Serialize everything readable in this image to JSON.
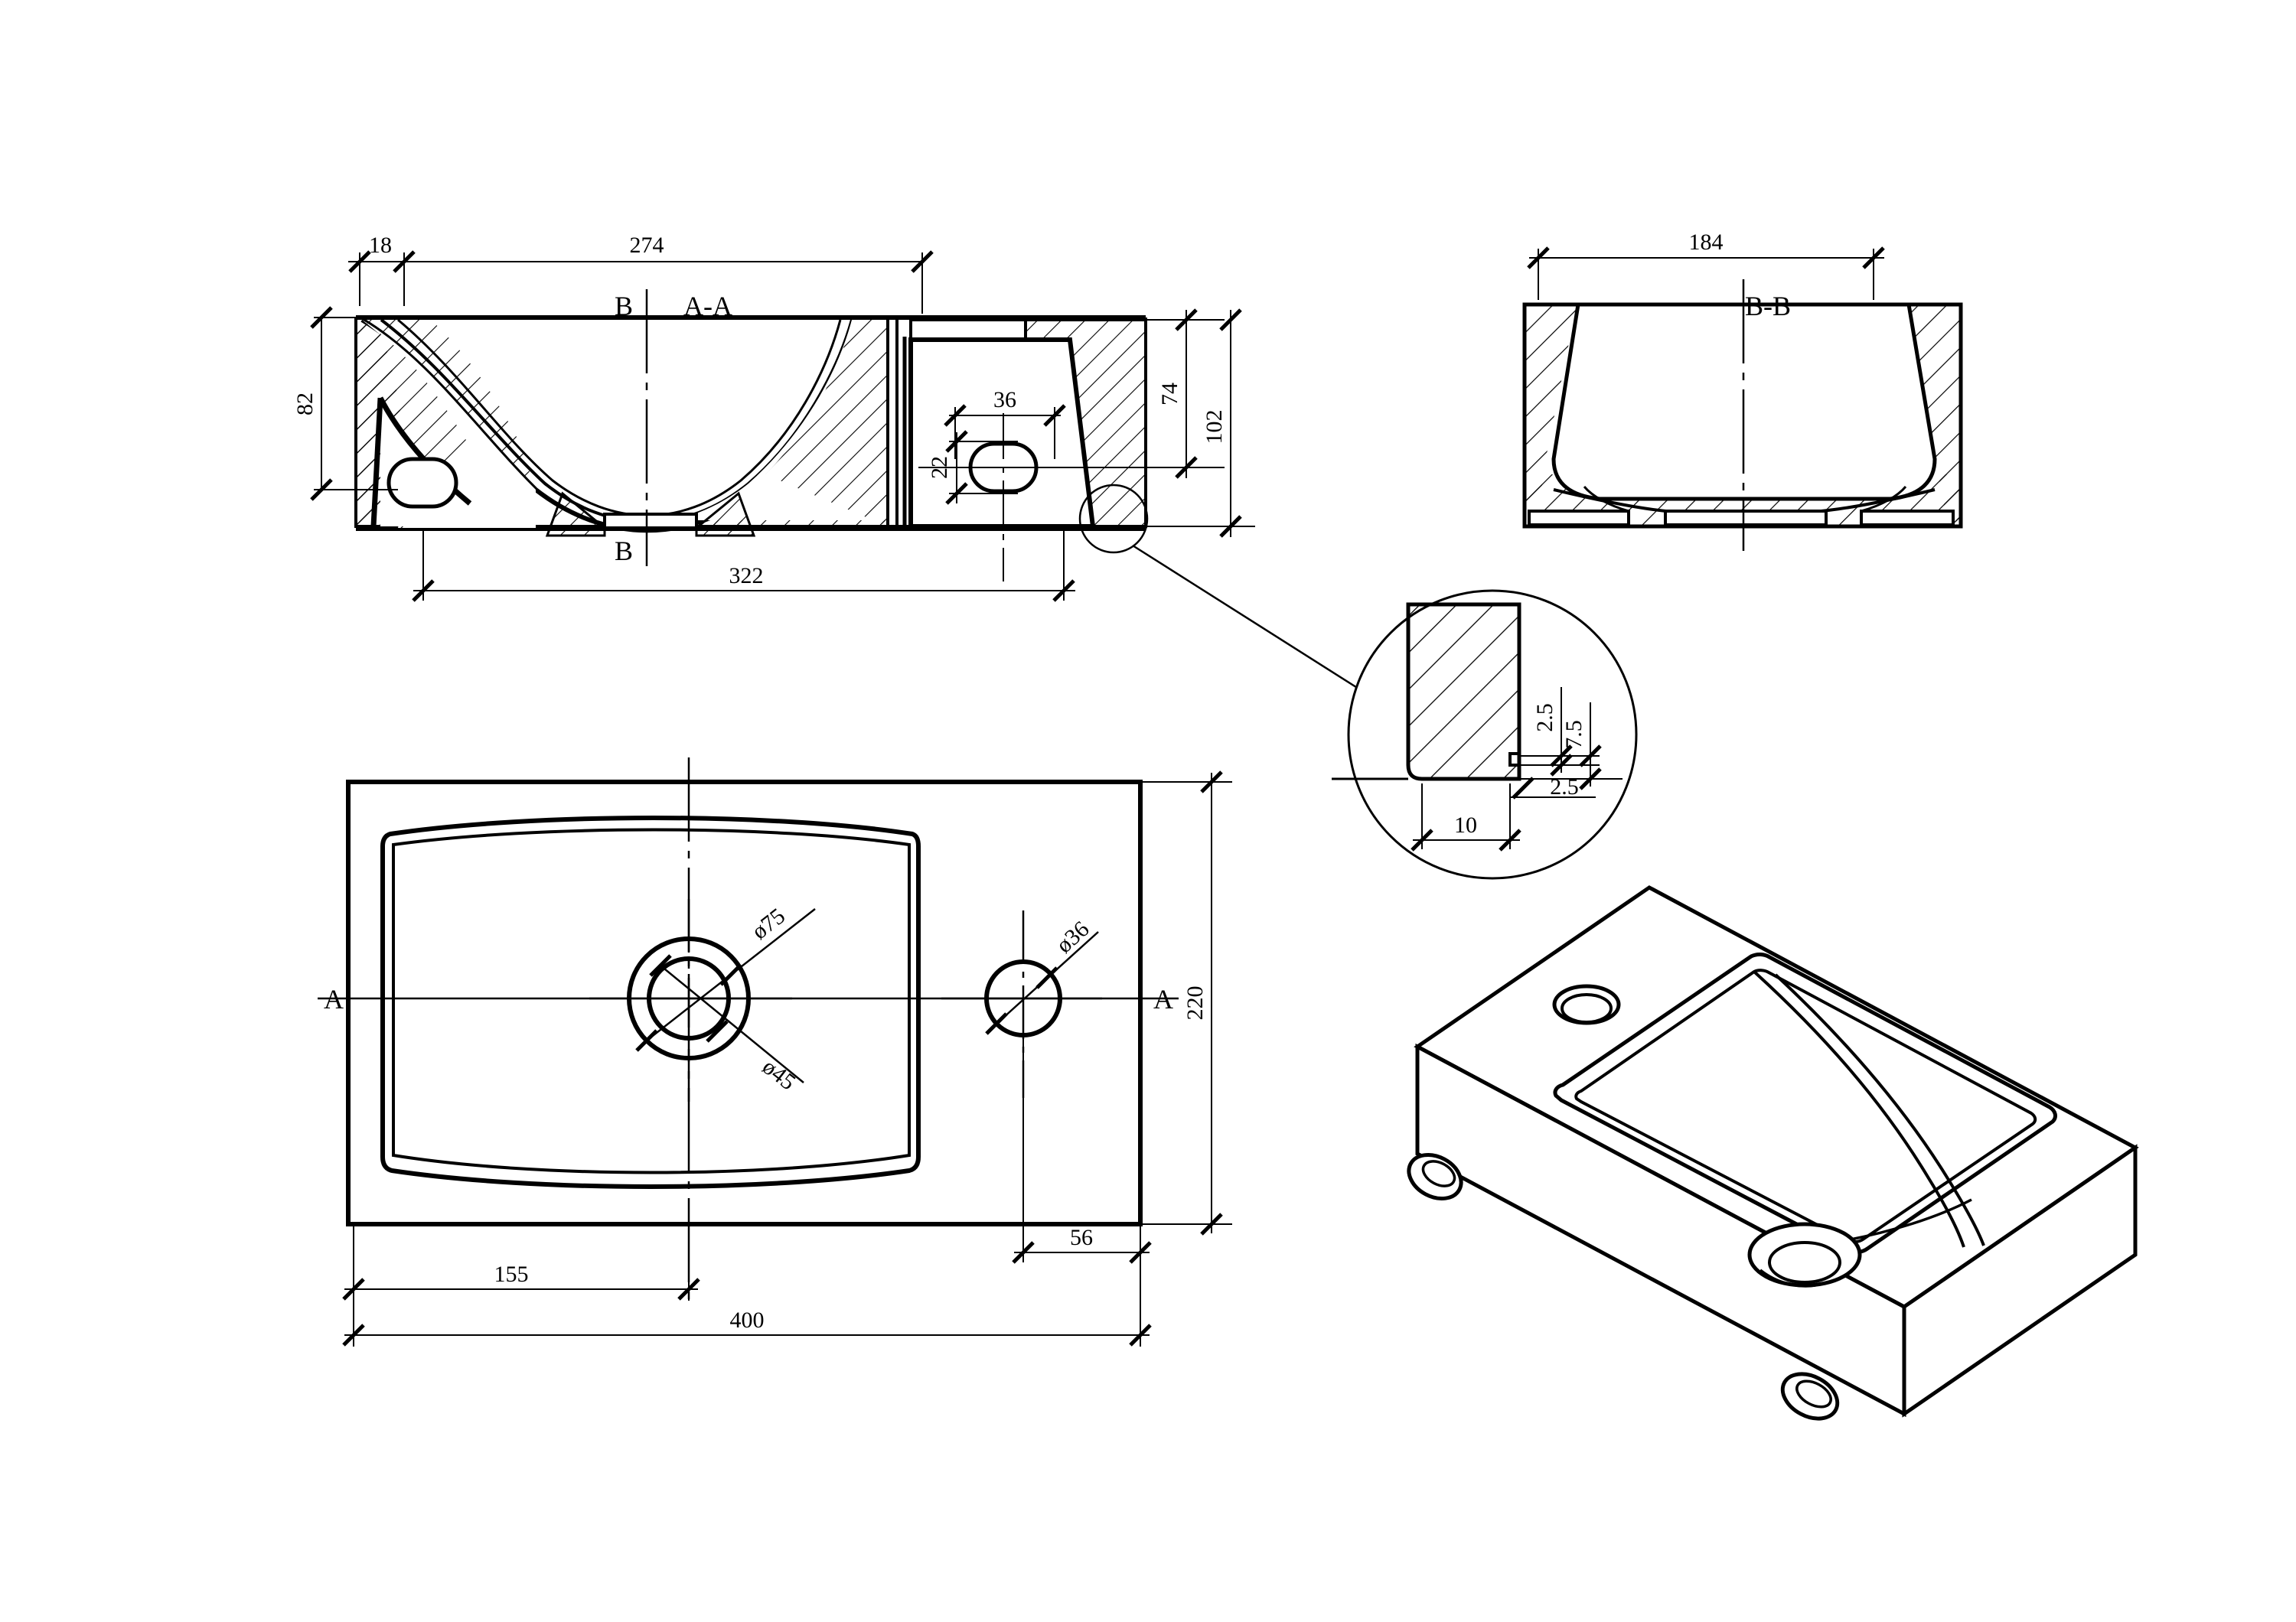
{
  "drawing": {
    "title": "Washbasin technical drawing",
    "units": "mm",
    "line_color": "#000000",
    "background": "#ffffff"
  },
  "views": {
    "section_aa": {
      "label": "A-A",
      "section_marks": [
        "B",
        "B"
      ],
      "dimensions": {
        "wall_left": "18",
        "bowl_width_top": "274",
        "height_left": "82",
        "overall_length": "322",
        "hole_width": "36",
        "hole_height": "22",
        "height_to_hole": "74",
        "overall_height": "102"
      }
    },
    "section_bb": {
      "label": "B-B",
      "dimensions": {
        "bowl_width": "184"
      }
    },
    "detail": {
      "dimensions": {
        "step_upper": "2.5",
        "step_total": "7.5",
        "step_lower": "2.5",
        "foot_width": "10"
      }
    },
    "plan": {
      "section_marks": [
        "A",
        "A"
      ],
      "dimensions": {
        "drain_outer": "ø75",
        "drain_inner": "ø45",
        "tap_hole": "ø36",
        "drain_from_left": "155",
        "overall_width": "400",
        "overall_depth": "220",
        "tap_from_right": "56"
      }
    },
    "isometric": {
      "label": ""
    }
  }
}
